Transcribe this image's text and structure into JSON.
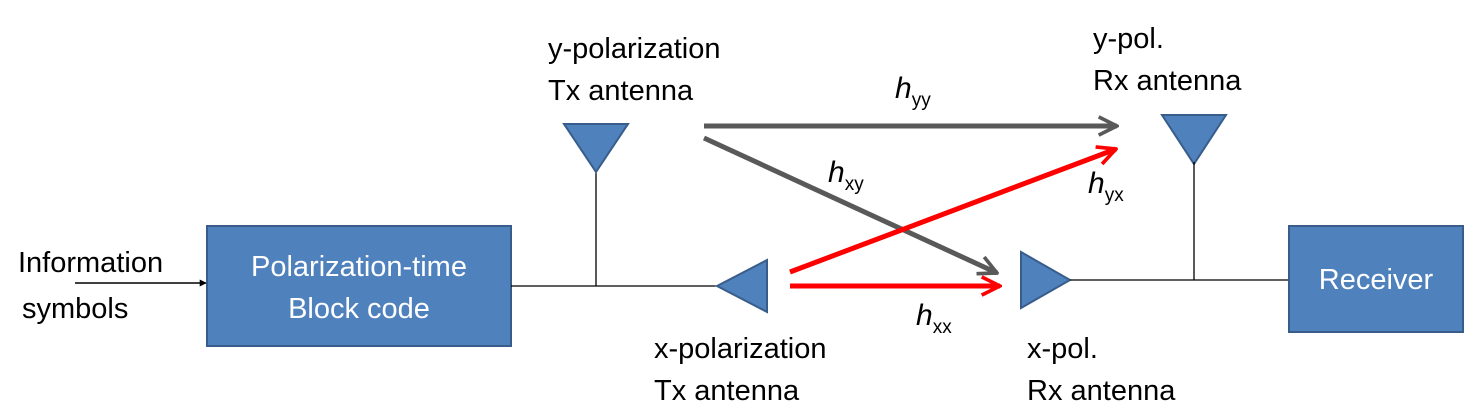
{
  "colors": {
    "block_fill": "#4f81bd",
    "block_stroke": "#385d8a",
    "wire": "#000000",
    "path_gray": "#595959",
    "path_red": "#ff0000"
  },
  "input": {
    "line1": "Information",
    "line2": "symbols"
  },
  "encoder": {
    "line1": "Polarization-time",
    "line2": "Block code"
  },
  "receiver": {
    "label": "Receiver"
  },
  "tx_y": {
    "line1": "y-polarization",
    "line2": "Tx antenna"
  },
  "tx_x": {
    "line1": "x-polarization",
    "line2": "Tx antenna"
  },
  "rx_y": {
    "line1": "y-pol.",
    "line2": "Rx antenna"
  },
  "rx_x": {
    "line1": "x-pol.",
    "line2": "Rx antenna"
  },
  "channels": {
    "hyy": {
      "symbol": "h",
      "sub": "yy"
    },
    "hxy": {
      "symbol": "h",
      "sub": "xy"
    },
    "hyx": {
      "symbol": "h",
      "sub": "yx"
    },
    "hxx": {
      "symbol": "h",
      "sub": "xx"
    }
  }
}
